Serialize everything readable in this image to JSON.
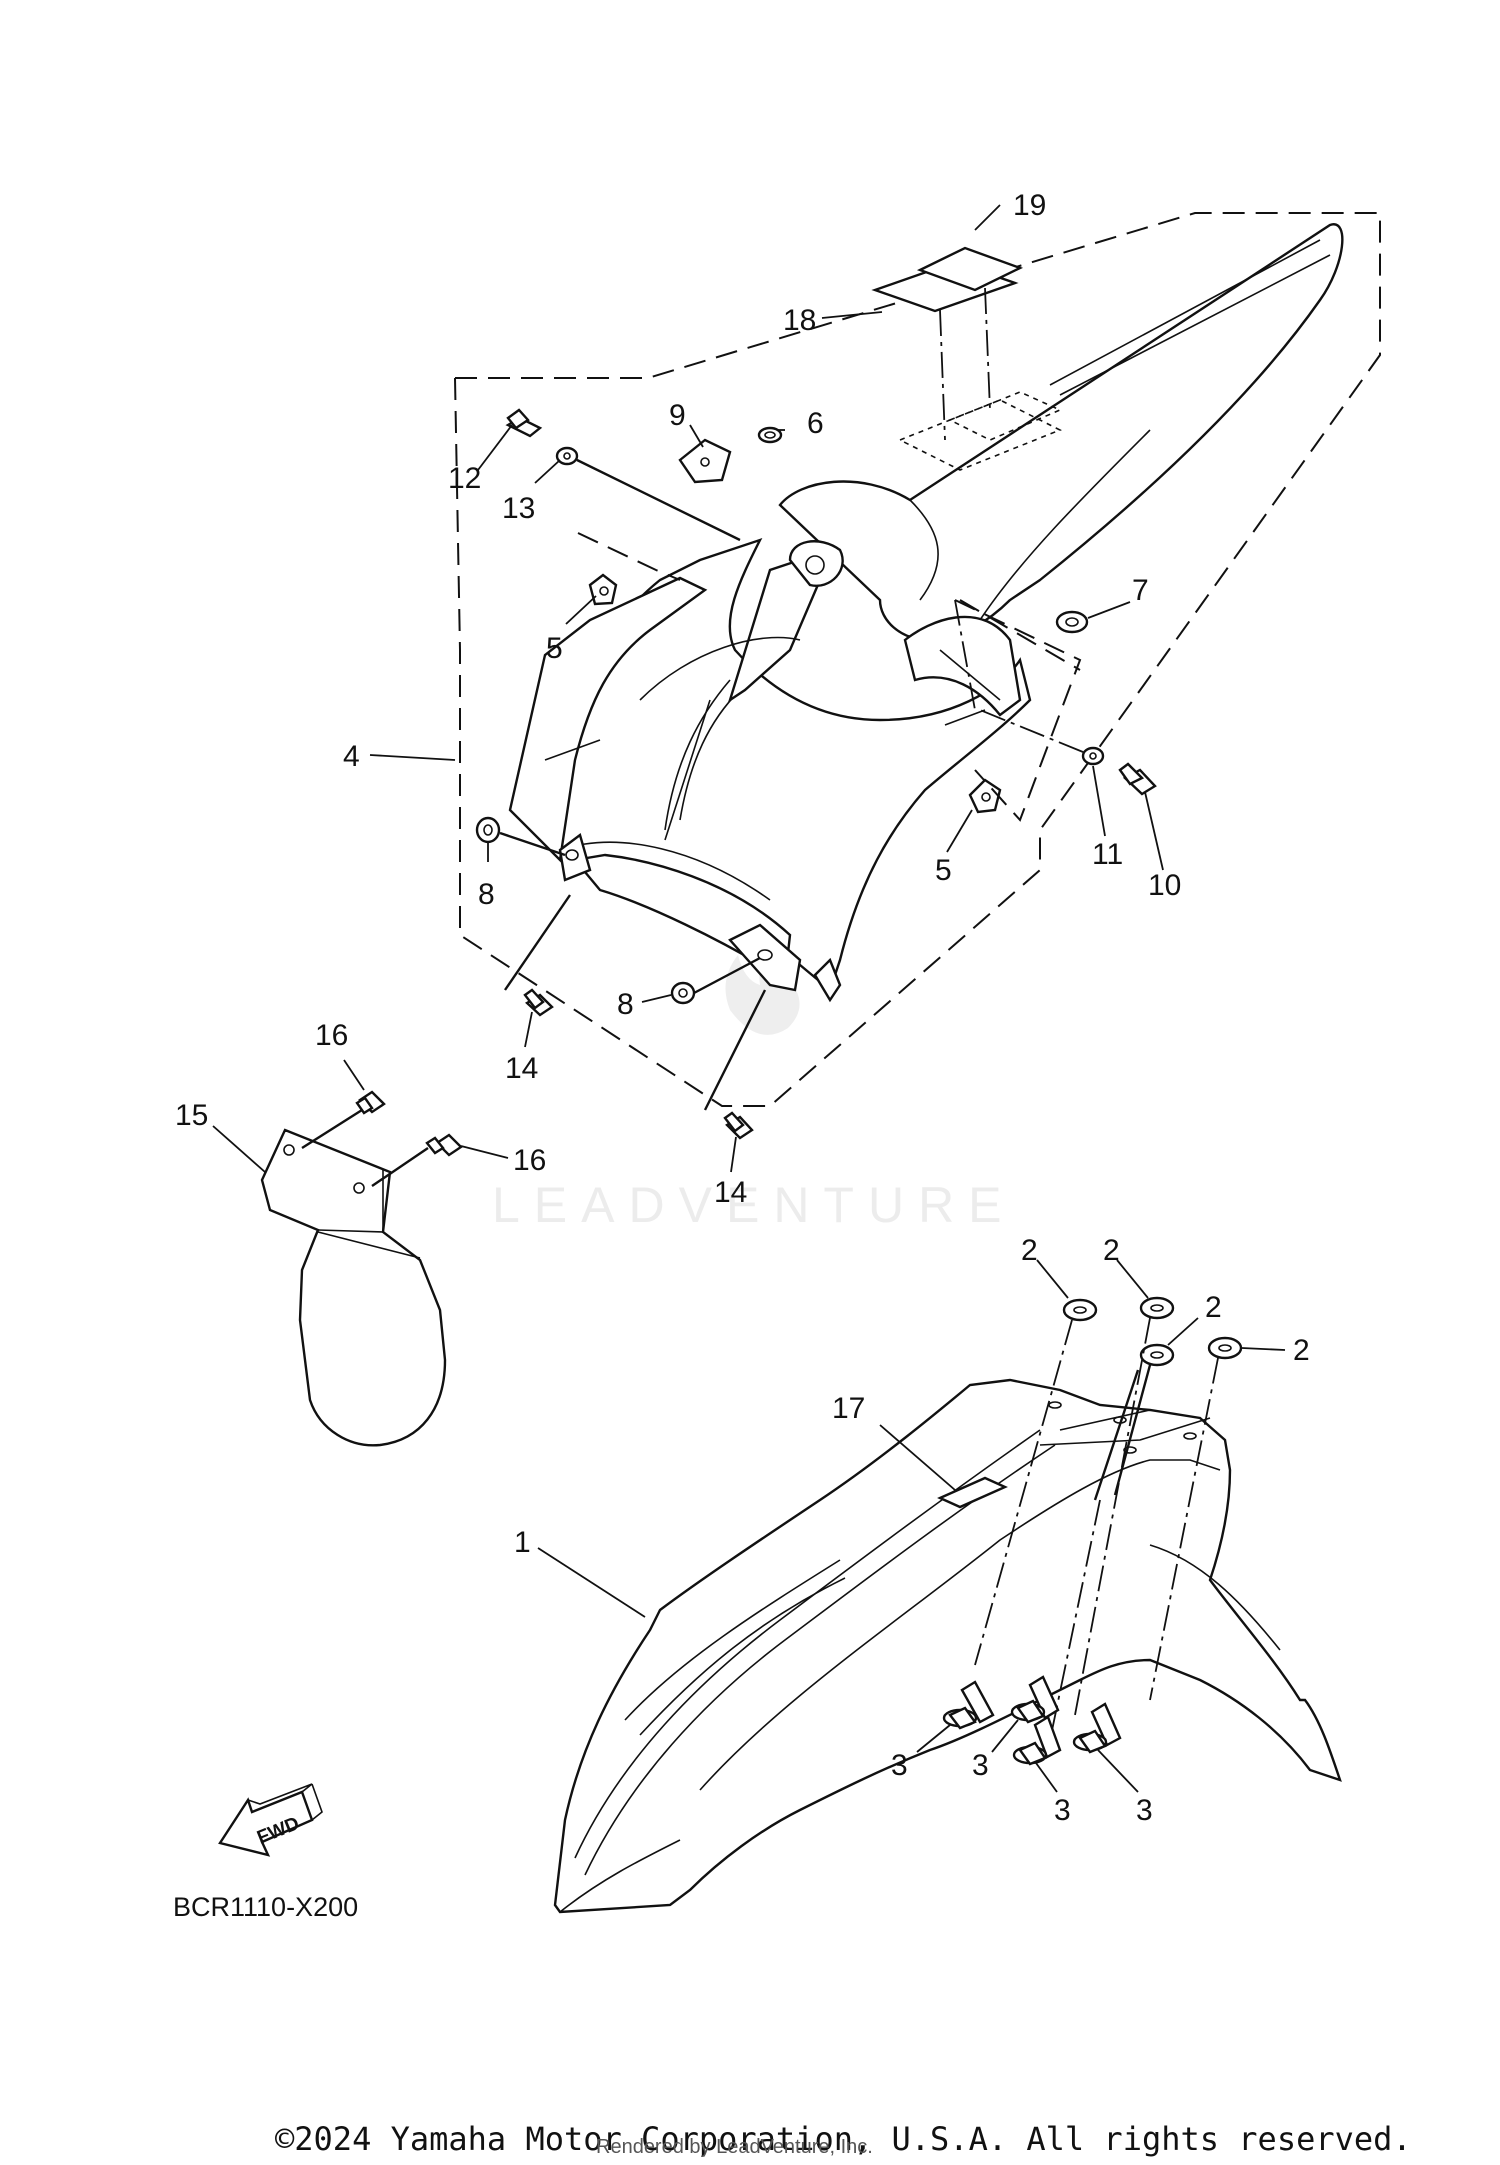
{
  "diagram": {
    "callouts": {
      "c1": "1",
      "c2a": "2",
      "c2b": "2",
      "c2c": "2",
      "c2d": "2",
      "c3a": "3",
      "c3b": "3",
      "c3c": "3",
      "c3d": "3",
      "c4": "4",
      "c5a": "5",
      "c5b": "5",
      "c6": "6",
      "c7": "7",
      "c8a": "8",
      "c8b": "8",
      "c9": "9",
      "c10": "10",
      "c11": "11",
      "c12": "12",
      "c13": "13",
      "c14a": "14",
      "c14b": "14",
      "c15": "15",
      "c16a": "16",
      "c16b": "16",
      "c17": "17",
      "c18": "18",
      "c19": "19"
    },
    "diagram_code": "BCR1110-X200",
    "fwd_label": "FWD",
    "watermark": "LEADVENTURE",
    "copyright": "©2024 Yamaha Motor Corporation, U.S.A. All rights reserved.",
    "render_credit": "Rendered by LeadVenture, Inc."
  }
}
